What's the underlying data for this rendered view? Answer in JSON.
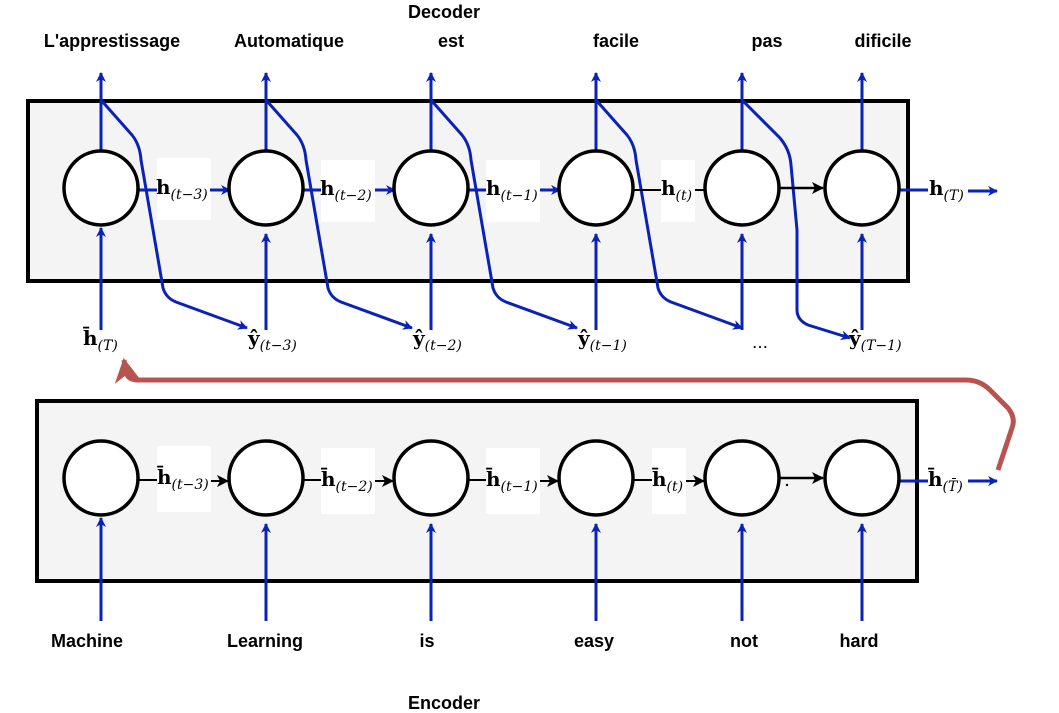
{
  "decoder": {
    "title": "Decoder",
    "outputs": [
      "L'apprestissage",
      "Automatique",
      "est",
      "facile",
      "pas",
      "dificile"
    ],
    "hidden": [
      {
        "sym": "h",
        "sub": "(t−3)"
      },
      {
        "sym": "h",
        "sub": "(t−2)"
      },
      {
        "sym": "h",
        "sub": "(t−1)"
      },
      {
        "sym": "h",
        "sub": "(t)"
      }
    ],
    "final_hidden": {
      "sym": "h",
      "sub": "(T)"
    },
    "inputs": [
      {
        "sym": "h̄",
        "sub": "(T)"
      },
      {
        "sym": "ŷ",
        "sub": "(t−3)"
      },
      {
        "sym": "ŷ",
        "sub": "(t−2)"
      },
      {
        "sym": "ŷ",
        "sub": "(t−1)"
      },
      {
        "sym": "…",
        "sub": ""
      },
      {
        "sym": "ŷ",
        "sub": "(T−1)"
      }
    ]
  },
  "encoder": {
    "title": "Encoder",
    "inputs": [
      "Machine",
      "Learning",
      "is",
      "easy",
      "not",
      "hard"
    ],
    "hidden": [
      {
        "sym": "h̄",
        "sub": "(t−3)"
      },
      {
        "sym": "h̄",
        "sub": "(t−2)"
      },
      {
        "sym": "h̄",
        "sub": "(t−1)"
      },
      {
        "sym": "h̄",
        "sub": "(t)"
      }
    ],
    "final_hidden": {
      "sym": "h̄",
      "sub": "(T̄)"
    }
  },
  "colors": {
    "arrow_blue": "#0a22b5",
    "context_red": "#b85450",
    "box_fill": "#f4f4f4"
  }
}
